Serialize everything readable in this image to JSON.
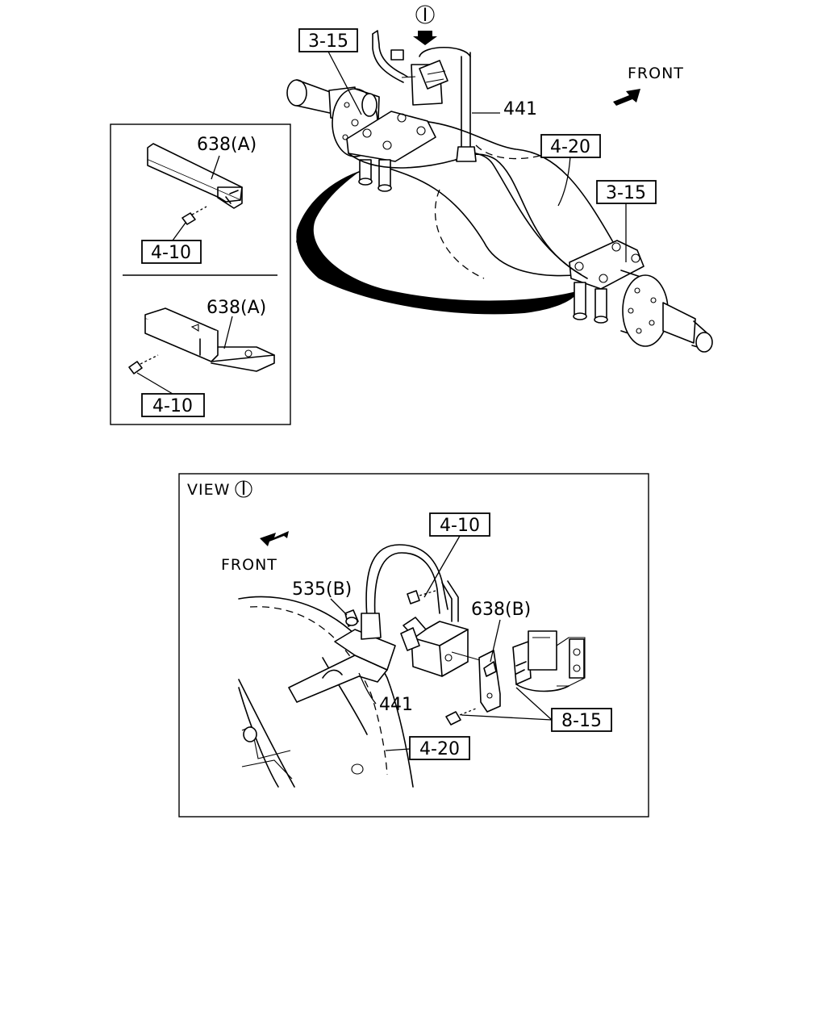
{
  "labels": {
    "ref_3_15": "3-15",
    "ref_4_10": "4-10",
    "ref_4_20": "4-20",
    "ref_8_15": "8-15",
    "part_441": "441",
    "part_638a": "638(A)",
    "part_638b": "638(B)",
    "part_535b": "535(B)",
    "front": "FRONT",
    "view": "VIEW",
    "view_marker": "I"
  }
}
